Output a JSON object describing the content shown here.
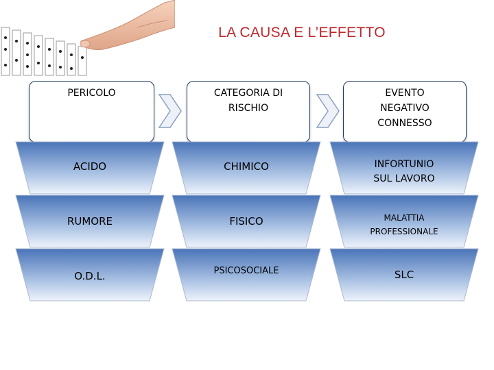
{
  "title": "LA CAUSA E L’EFFETTO",
  "headers": [
    {
      "lines": [
        "PERICOLO"
      ]
    },
    {
      "lines": [
        "CATEGORIA DI",
        "RISCHIO"
      ]
    },
    {
      "lines": [
        "EVENTO",
        "NEGATIVO",
        "CONNESSO"
      ]
    }
  ],
  "rows": [
    [
      "ACIDO",
      "CHIMICO",
      "INFORTUNIO SUL LAVORO"
    ],
    [
      "RUMORE",
      "FISICO",
      "MALATTIA PROFESSIONALE"
    ],
    [
      "O.D.L.",
      "PSICOSOCIALE",
      "SLC"
    ]
  ],
  "colors": {
    "title": "#c0272d",
    "trap_top": "#4a74b8",
    "trap_bottom": "#eef3fb",
    "border": "#1f3b66"
  }
}
